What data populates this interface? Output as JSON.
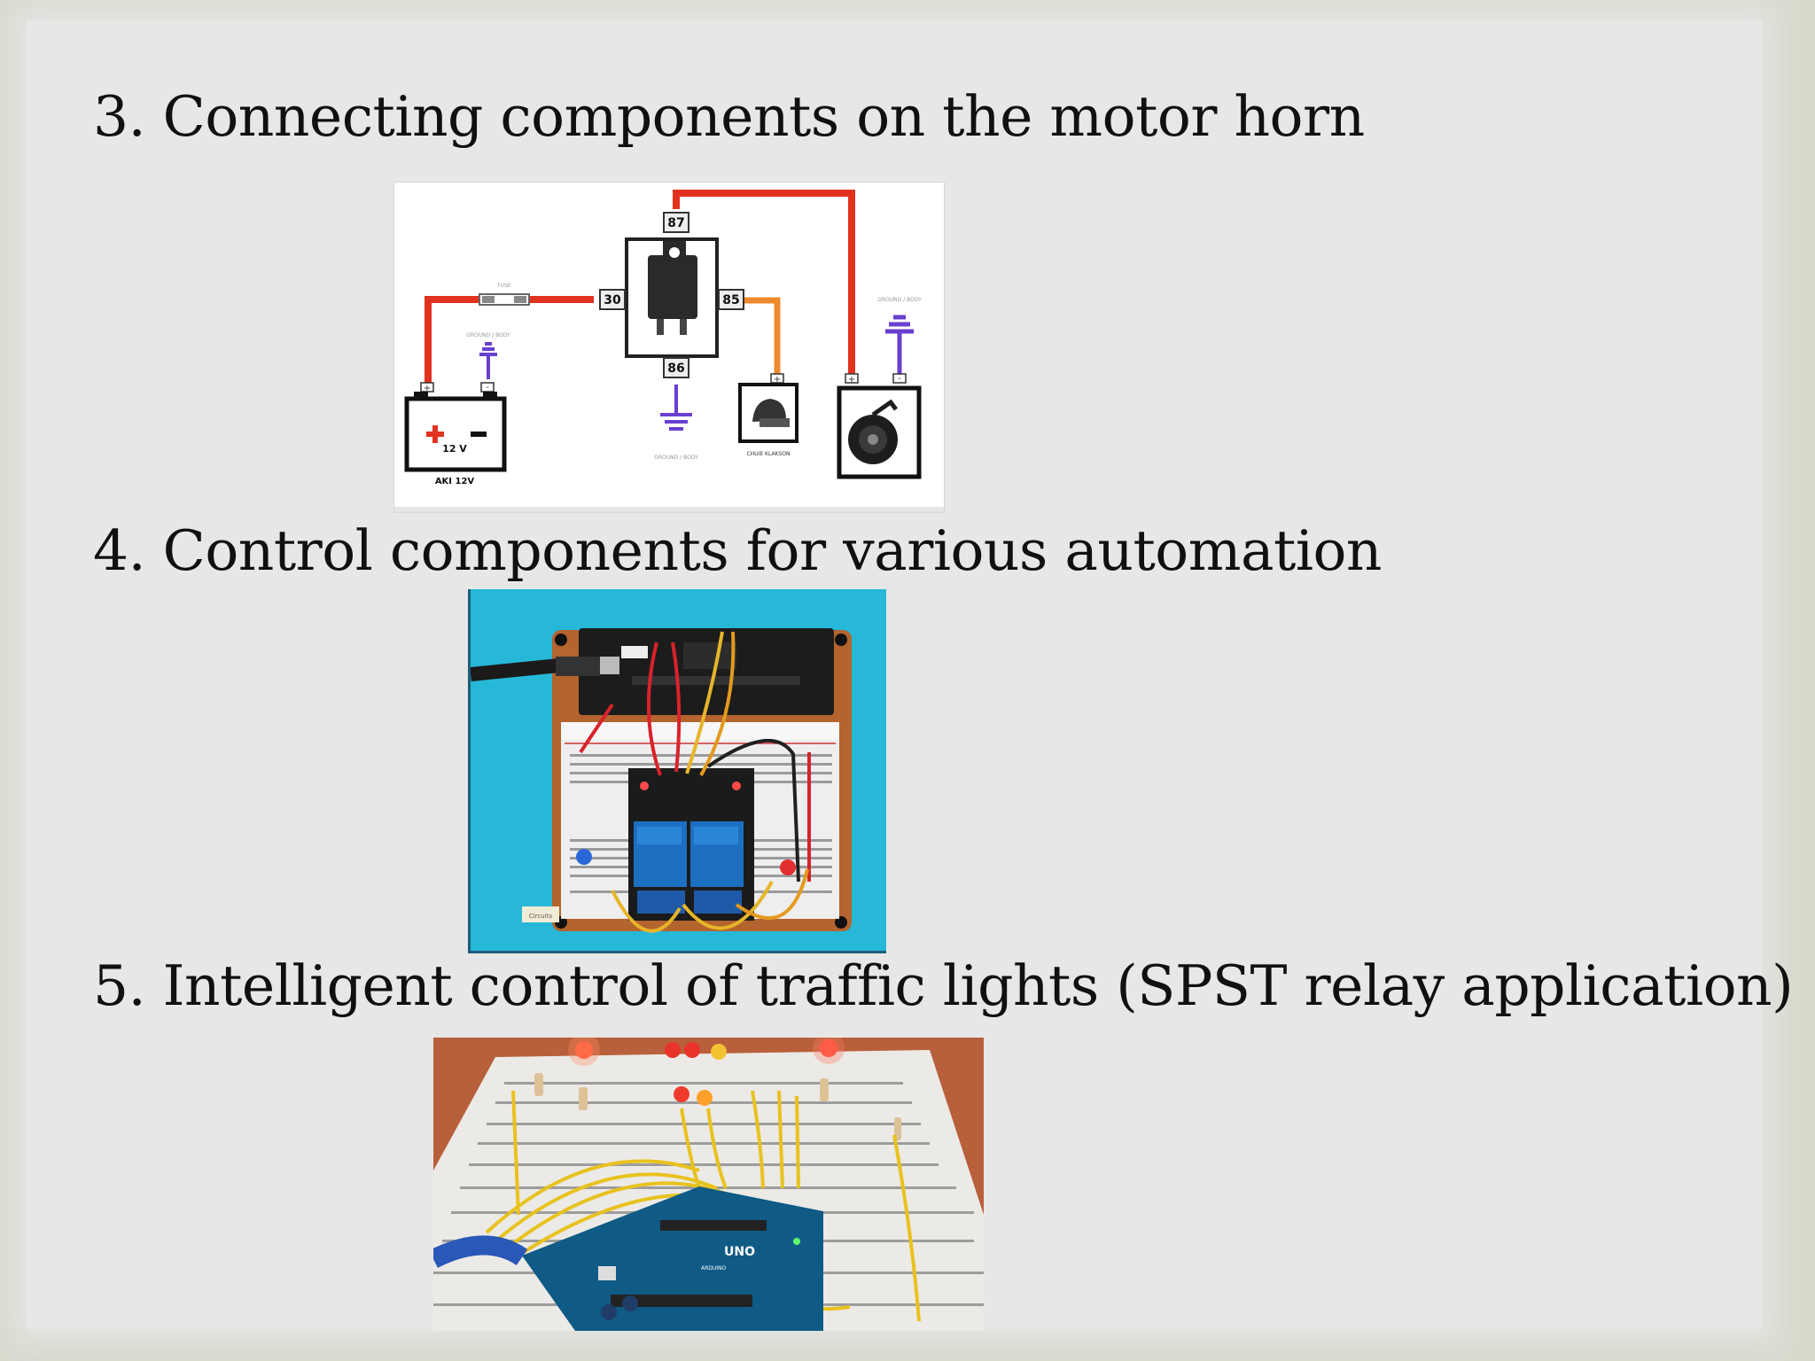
{
  "slide": {
    "items": [
      {
        "heading": "3. Connecting components on the motor horn"
      },
      {
        "heading": "4. Control components for various automation"
      },
      {
        "heading": "5. Intelligent control of traffic lights (SPST relay application)"
      }
    ]
  },
  "horn_diagram": {
    "pins": {
      "p87": "87",
      "p30": "30",
      "p85": "85",
      "p86": "86"
    },
    "battery_voltage": "12 V",
    "battery_label": "AKI 12V",
    "fuse_label": "FUSE",
    "ground_label": "GROUND / BODY",
    "switch_label": "CHUIE KLAKSON",
    "plus": "+",
    "minus": "-",
    "wire_red": "#e0321f",
    "wire_orange": "#ef8a2c",
    "ground_color": "#6a3fd0"
  },
  "automation_photo": {
    "sticker_text": "Circuits",
    "background_color": "#27b8d8"
  },
  "traffic_photo": {
    "board_text": "UNO",
    "brand_text": "ARDUINO"
  }
}
